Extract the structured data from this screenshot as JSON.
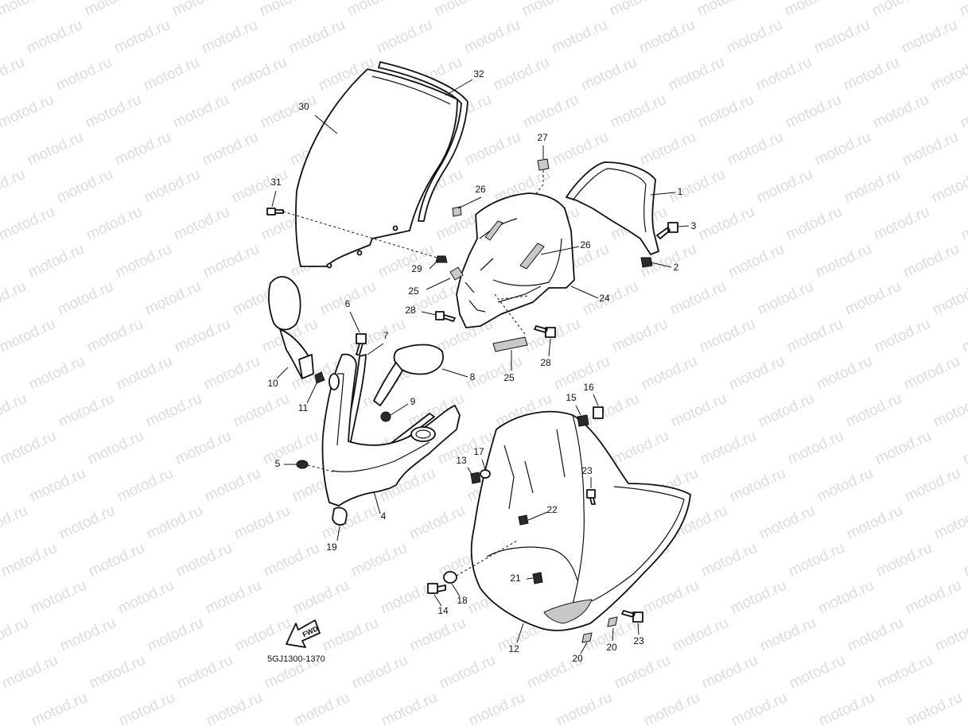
{
  "watermark": "motod.ru",
  "diagram_code": "5GJ1300-1370",
  "fwd_label": "FWD",
  "callouts": [
    {
      "id": "c1",
      "label": "1"
    },
    {
      "id": "c2",
      "label": "2"
    },
    {
      "id": "c3",
      "label": "3"
    },
    {
      "id": "c4",
      "label": "4"
    },
    {
      "id": "c5",
      "label": "5"
    },
    {
      "id": "c6",
      "label": "6"
    },
    {
      "id": "c7",
      "label": "7"
    },
    {
      "id": "c8",
      "label": "8"
    },
    {
      "id": "c9",
      "label": "9"
    },
    {
      "id": "c10",
      "label": "10"
    },
    {
      "id": "c11",
      "label": "11"
    },
    {
      "id": "c12",
      "label": "12"
    },
    {
      "id": "c13",
      "label": "13"
    },
    {
      "id": "c14",
      "label": "14"
    },
    {
      "id": "c15",
      "label": "15"
    },
    {
      "id": "c16",
      "label": "16"
    },
    {
      "id": "c17",
      "label": "17"
    },
    {
      "id": "c18",
      "label": "18"
    },
    {
      "id": "c19",
      "label": "19"
    },
    {
      "id": "c20a",
      "label": "20"
    },
    {
      "id": "c20b",
      "label": "20"
    },
    {
      "id": "c21",
      "label": "21"
    },
    {
      "id": "c22",
      "label": "22"
    },
    {
      "id": "c23a",
      "label": "23"
    },
    {
      "id": "c23b",
      "label": "23"
    },
    {
      "id": "c24",
      "label": "24"
    },
    {
      "id": "c25a",
      "label": "25"
    },
    {
      "id": "c25b",
      "label": "25"
    },
    {
      "id": "c26a",
      "label": "26"
    },
    {
      "id": "c26b",
      "label": "26"
    },
    {
      "id": "c27",
      "label": "27"
    },
    {
      "id": "c28a",
      "label": "28"
    },
    {
      "id": "c28b",
      "label": "28"
    },
    {
      "id": "c29",
      "label": "29"
    },
    {
      "id": "c30",
      "label": "30"
    },
    {
      "id": "c31",
      "label": "31"
    },
    {
      "id": "c32",
      "label": "32"
    }
  ]
}
